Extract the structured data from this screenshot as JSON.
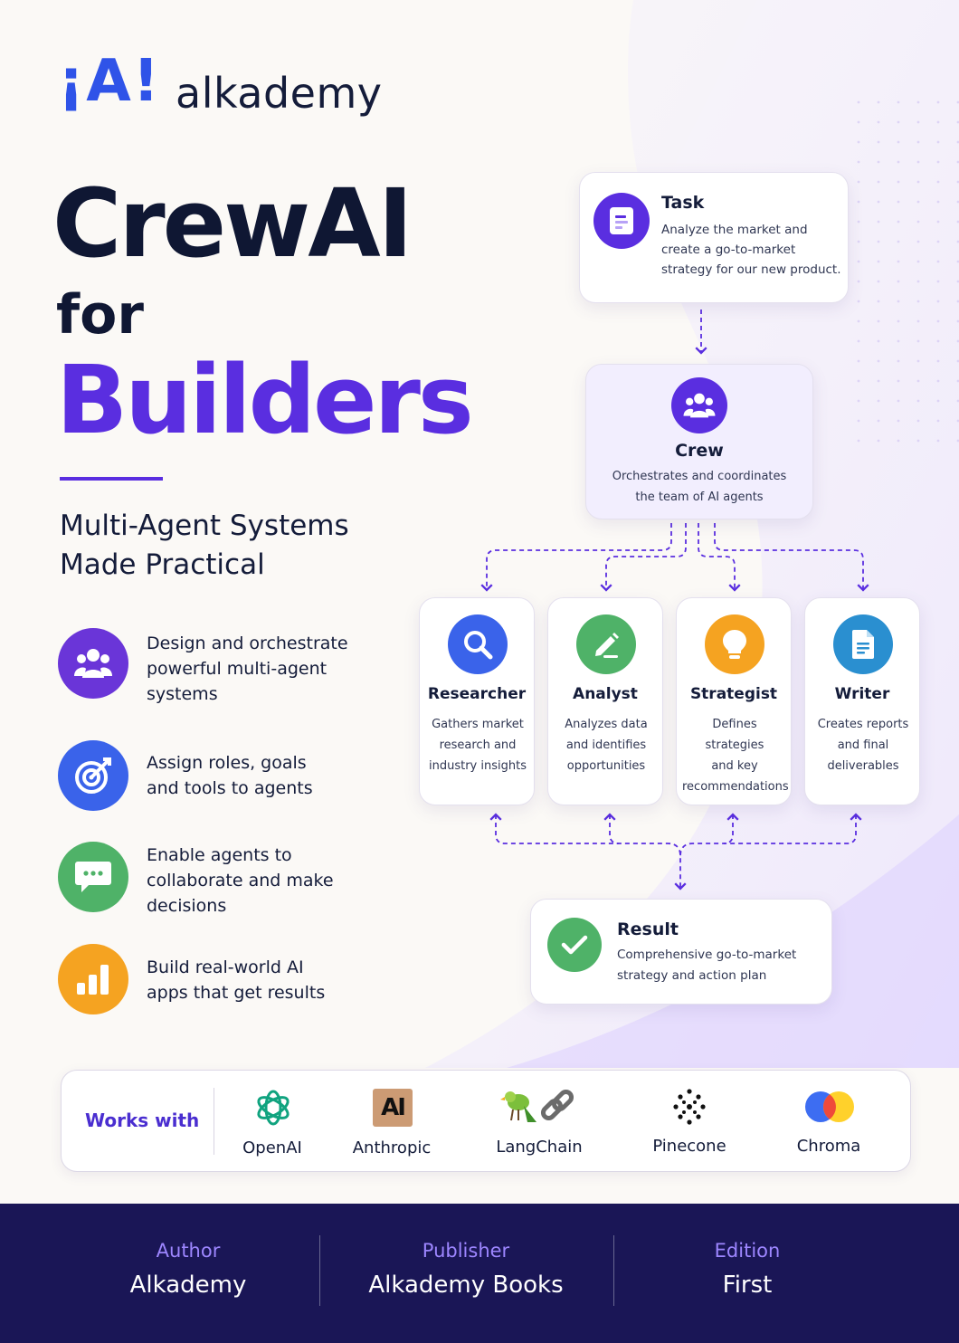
{
  "brand": {
    "mark": "¡A!",
    "name": "alkademy"
  },
  "title": {
    "line1": "CrewAI",
    "line2": "for",
    "line3": "Builders"
  },
  "subtitle": {
    "line1": "Multi-Agent Systems",
    "line2": "Made Practical"
  },
  "features": [
    {
      "icon": "team-icon",
      "color": "#6a35d8",
      "lines": [
        "Design and orchestrate",
        "powerful multi-agent",
        "systems"
      ]
    },
    {
      "icon": "target-icon",
      "color": "#3a63ea",
      "lines": [
        "Assign roles, goals",
        "and tools to agents"
      ]
    },
    {
      "icon": "chat-icon",
      "color": "#4fb268",
      "lines": [
        "Enable agents to",
        "collaborate and make",
        "decisions"
      ]
    },
    {
      "icon": "bar-chart-icon",
      "color": "#f5a321",
      "lines": [
        "Build real-world AI",
        "apps that get results"
      ]
    }
  ],
  "diagram": {
    "task": {
      "title": "Task",
      "icon": "document-icon",
      "lines": [
        "Analyze the market and",
        "create a go-to-market",
        "strategy for our new product."
      ]
    },
    "crew": {
      "title": "Crew",
      "icon": "team-icon",
      "lines": [
        "Orchestrates and coordinates",
        "the team of AI agents"
      ]
    },
    "agents": [
      {
        "title": "Researcher",
        "icon": "search-icon",
        "color": "#3a63ea",
        "lines": [
          "Gathers market",
          "research and",
          "industry insights"
        ]
      },
      {
        "title": "Analyst",
        "icon": "pencil-icon",
        "color": "#4fb268",
        "lines": [
          "Analyzes data",
          "and identifies",
          "opportunities"
        ]
      },
      {
        "title": "Strategist",
        "icon": "lightbulb-icon",
        "color": "#f5a321",
        "lines": [
          "Defines strategies",
          "and key",
          "recommendations"
        ]
      },
      {
        "title": "Writer",
        "icon": "document-icon",
        "color": "#2a8fd0",
        "lines": [
          "Creates reports",
          "and final",
          "deliverables"
        ]
      }
    ],
    "result": {
      "title": "Result",
      "icon": "check-icon",
      "lines": [
        "Comprehensive go-to-market",
        "strategy and action plan"
      ]
    }
  },
  "works_with": {
    "label": "Works with",
    "items": [
      {
        "name": "OpenAI",
        "icon": "openai-logo-icon"
      },
      {
        "name": "Anthropic",
        "icon": "anthropic-logo-icon",
        "mark": "AI"
      },
      {
        "name": "LangChain",
        "icon": "langchain-logo-icon"
      },
      {
        "name": "Pinecone",
        "icon": "pinecone-logo-icon"
      },
      {
        "name": "Chroma",
        "icon": "chroma-logo-icon"
      }
    ]
  },
  "footer": [
    {
      "label": "Author",
      "value": "Alkademy"
    },
    {
      "label": "Publisher",
      "value": "Alkademy Books"
    },
    {
      "label": "Edition",
      "value": "First"
    }
  ],
  "colors": {
    "primary": "#5a2ee0",
    "navy": "#1a1656",
    "ink": "#0f1733"
  }
}
